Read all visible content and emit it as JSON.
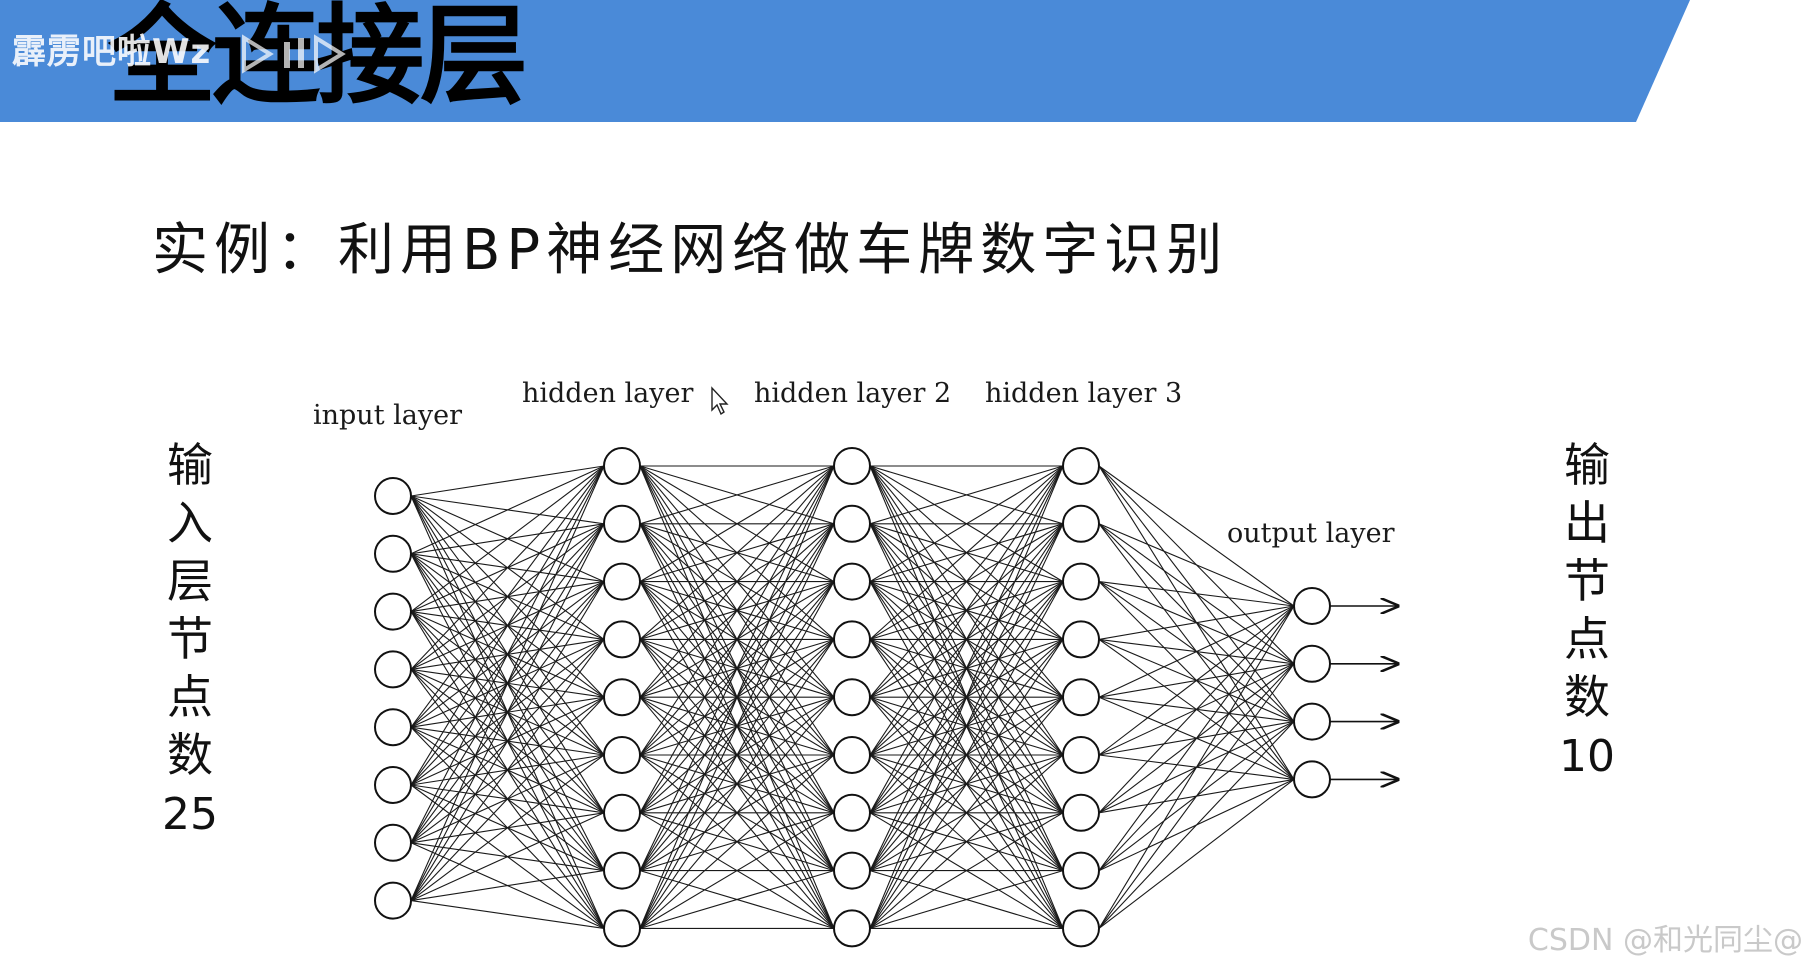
{
  "header": {
    "title": "全连接层",
    "watermark": "霹雳吧啦Wz",
    "banner_color": "#4a8ad8"
  },
  "slide": {
    "subtitle": "实例：利用BP神经网络做车牌数字识别",
    "left_note": {
      "chars": [
        "输",
        "入",
        "层",
        "节",
        "点",
        "数"
      ],
      "value": "25"
    },
    "right_note": {
      "chars": [
        "输",
        "出",
        "节",
        "点",
        "数"
      ],
      "value": "10"
    }
  },
  "network": {
    "layers": [
      {
        "label": "input layer",
        "nodes": 8
      },
      {
        "label": "hidden layer",
        "nodes": 9
      },
      {
        "label": "hidden layer 2",
        "nodes": 9
      },
      {
        "label": "hidden layer 3",
        "nodes": 9
      },
      {
        "label": "output layer",
        "nodes": 4
      }
    ],
    "output_arrows": 4
  },
  "footer": {
    "watermark": "CSDN @和光同尘@"
  },
  "icons": {
    "cursor": "mouse-pointer-icon",
    "play": "play-icon"
  }
}
